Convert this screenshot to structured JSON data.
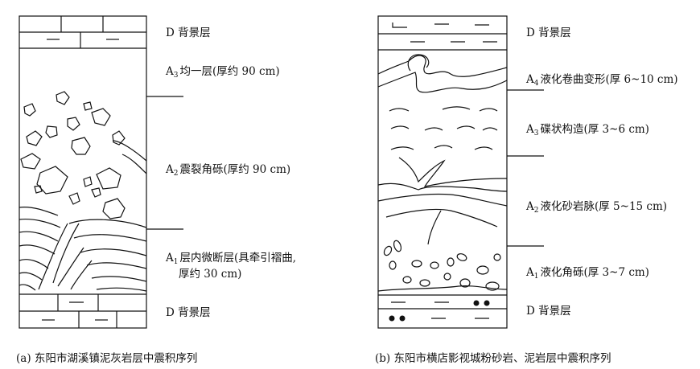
{
  "panel_a": {
    "caption": "(a) 东阳市湖溪镇泥灰岩层中震积序列",
    "layers": [
      {
        "code": "D",
        "sub": "",
        "text": "背景层"
      },
      {
        "code": "A",
        "sub": "3",
        "text": "均一层(厚约 90 cm)"
      },
      {
        "code": "A",
        "sub": "2",
        "text": "震裂角砾(厚约 90 cm)"
      },
      {
        "code": "A",
        "sub": "1",
        "text": "层内微断层(具牵引褶曲,",
        "text2": "厚约 30 cm)"
      },
      {
        "code": "D",
        "sub": "",
        "text": "背景层"
      }
    ]
  },
  "panel_b": {
    "caption": "(b) 东阳市横店影视城粉砂岩、泥岩层中震积序列",
    "layers": [
      {
        "code": "D",
        "sub": "",
        "text": "背景层"
      },
      {
        "code": "A",
        "sub": "4",
        "text": "液化卷曲变形(厚 6~10 cm)"
      },
      {
        "code": "A",
        "sub": "3",
        "text": "碟状构造(厚 3~6 cm)"
      },
      {
        "code": "A",
        "sub": "2",
        "text": "液化砂岩脉(厚 5~15 cm)"
      },
      {
        "code": "A",
        "sub": "1",
        "text": "液化角砾(厚 3~7 cm)"
      },
      {
        "code": "D",
        "sub": "",
        "text": "背景层"
      }
    ]
  }
}
